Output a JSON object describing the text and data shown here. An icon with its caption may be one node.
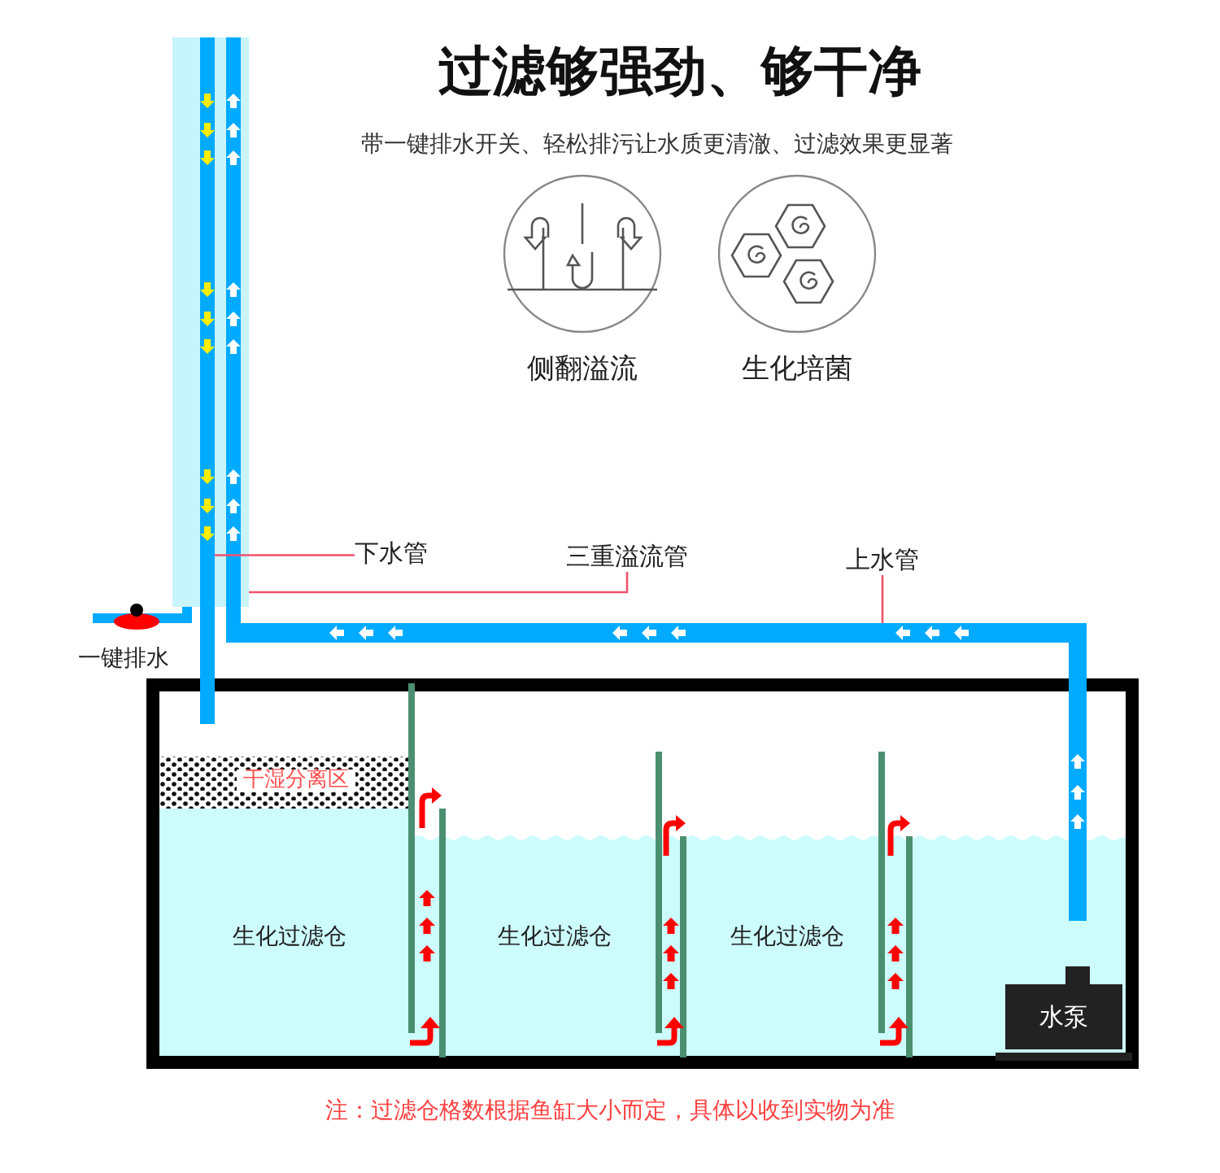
{
  "diagram": {
    "title": "过滤够强劲、够干净",
    "nodes": [
      {
        "text": [
          "侧翻溢流"
        ]
      },
      {
        "text": [
          "生化培菌"
        ]
      },
      {
        "text": [
          "下水管"
        ]
      },
      {
        "text": [
          "三重溢流管"
        ]
      },
      {
        "text": [
          "上水管"
        ]
      },
      {
        "text": [],
        "shape": "pipe"
      },
      {
        "text": [],
        "shape": "pipe"
      },
      {
        "text": [],
        "shape": "pipe"
      },
      {
        "text": [
          "水泵"
        ]
      }
    ],
    "edges": [
      {
        "from": 2,
        "to": 5,
        "arrow": "none",
        "color": "#f0506e"
      },
      {
        "from": 3,
        "to": 6,
        "arrow": "none",
        "color": "#f0506e"
      },
      {
        "from": 4,
        "to": 7,
        "arrow": "none",
        "color": "#f0506e"
      }
    ],
    "labels": [
      "带一键排水开关、轻松排污让水质更清澈、过滤效果更显著",
      "一键排水",
      "干湿分离区",
      "生化过滤仓",
      "生化过滤仓",
      "生化过滤仓",
      "注：过滤仓格数根据鱼缸大小而定，具体以收到实物为准"
    ]
  }
}
